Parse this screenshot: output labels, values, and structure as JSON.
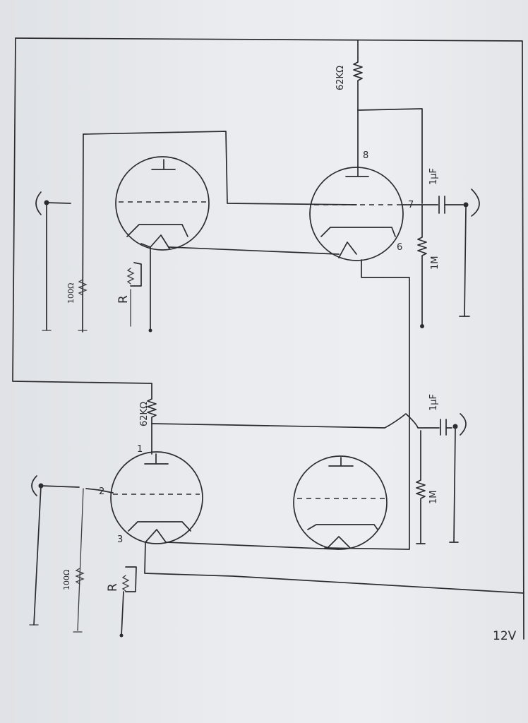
{
  "supply": {
    "label": "12V"
  },
  "stage_upper": {
    "plate_resistor": "62KΩ",
    "pin_plate": "8",
    "pin_grid": "7",
    "pin_cathode": "6",
    "coupling_cap": "1µF",
    "grid_resistor": "1M",
    "input_resistor": "100Ω",
    "cathode_resistor": "R"
  },
  "stage_lower": {
    "plate_resistor": "62KΩ",
    "pin_plate": "1",
    "pin_grid": "2",
    "pin_cathode": "3",
    "coupling_cap": "1µF",
    "grid_resistor": "1M",
    "input_resistor": "100Ω",
    "cathode_resistor": "R"
  }
}
